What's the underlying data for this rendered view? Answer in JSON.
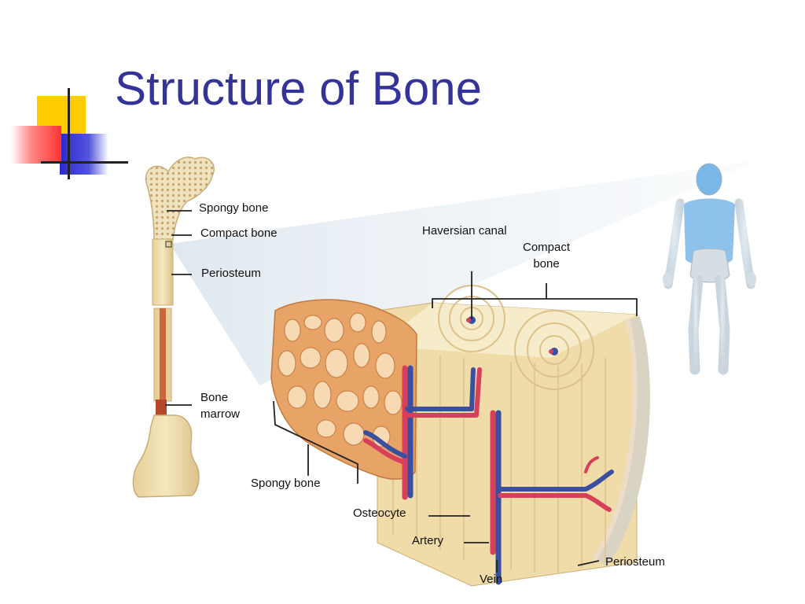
{
  "slide": {
    "title": "Structure of Bone"
  },
  "labels": {
    "spongy_bone_top": "Spongy bone",
    "compact_bone_left": "Compact bone",
    "periosteum_left": "Periosteum",
    "bone_marrow": "Bone\nmarrow",
    "haversian_canal": "Haversian canal",
    "compact_bone_right": "Compact\nbone",
    "spongy_bone_bottom": "Spongy bone",
    "osteocyte": "Osteocyte",
    "artery": "Artery",
    "vein": "Vein",
    "periosteum_right": "Periosteum"
  },
  "colors": {
    "title": "#333399",
    "bone": "#f2dfae",
    "bone_dark": "#d9bd82",
    "spongy": "#e8a366",
    "artery": "#d8405a",
    "vein": "#3a4fa0",
    "marrow": "#b5472a",
    "deco_yellow": "#ffcc00",
    "deco_blue": "#3333cc",
    "deco_red": "#ff3333"
  }
}
